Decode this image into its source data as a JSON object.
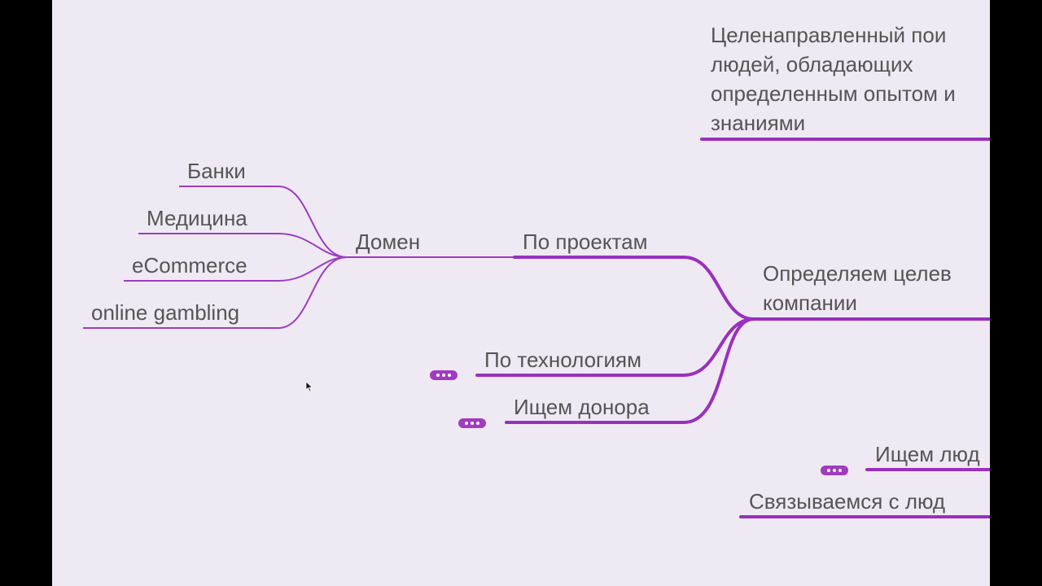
{
  "colors": {
    "branch": "#9a2fbf",
    "leaf": "#9b3cc3",
    "text": "#555555",
    "canvas": "#efe9f3"
  },
  "nodes": {
    "top_note": [
      "Целенаправленный пои",
      "людей, обладающих",
      "определенным опытом и",
      "знаниями"
    ],
    "banks": "Банки",
    "medicine": "Медицина",
    "ecommerce": "eCommerce",
    "gambling": "online gambling",
    "domain": "Домен",
    "by_projects": "По проектам",
    "define_target": [
      "Определяем целев",
      "компании"
    ],
    "by_tech": "По технологиям",
    "find_donor": "Ищем донора",
    "find_people": "Ищем люд",
    "contact_people": "Связываемся с люд"
  },
  "icons": {
    "collapse": "more-dots-icon",
    "cursor": "mouse-pointer-icon"
  }
}
